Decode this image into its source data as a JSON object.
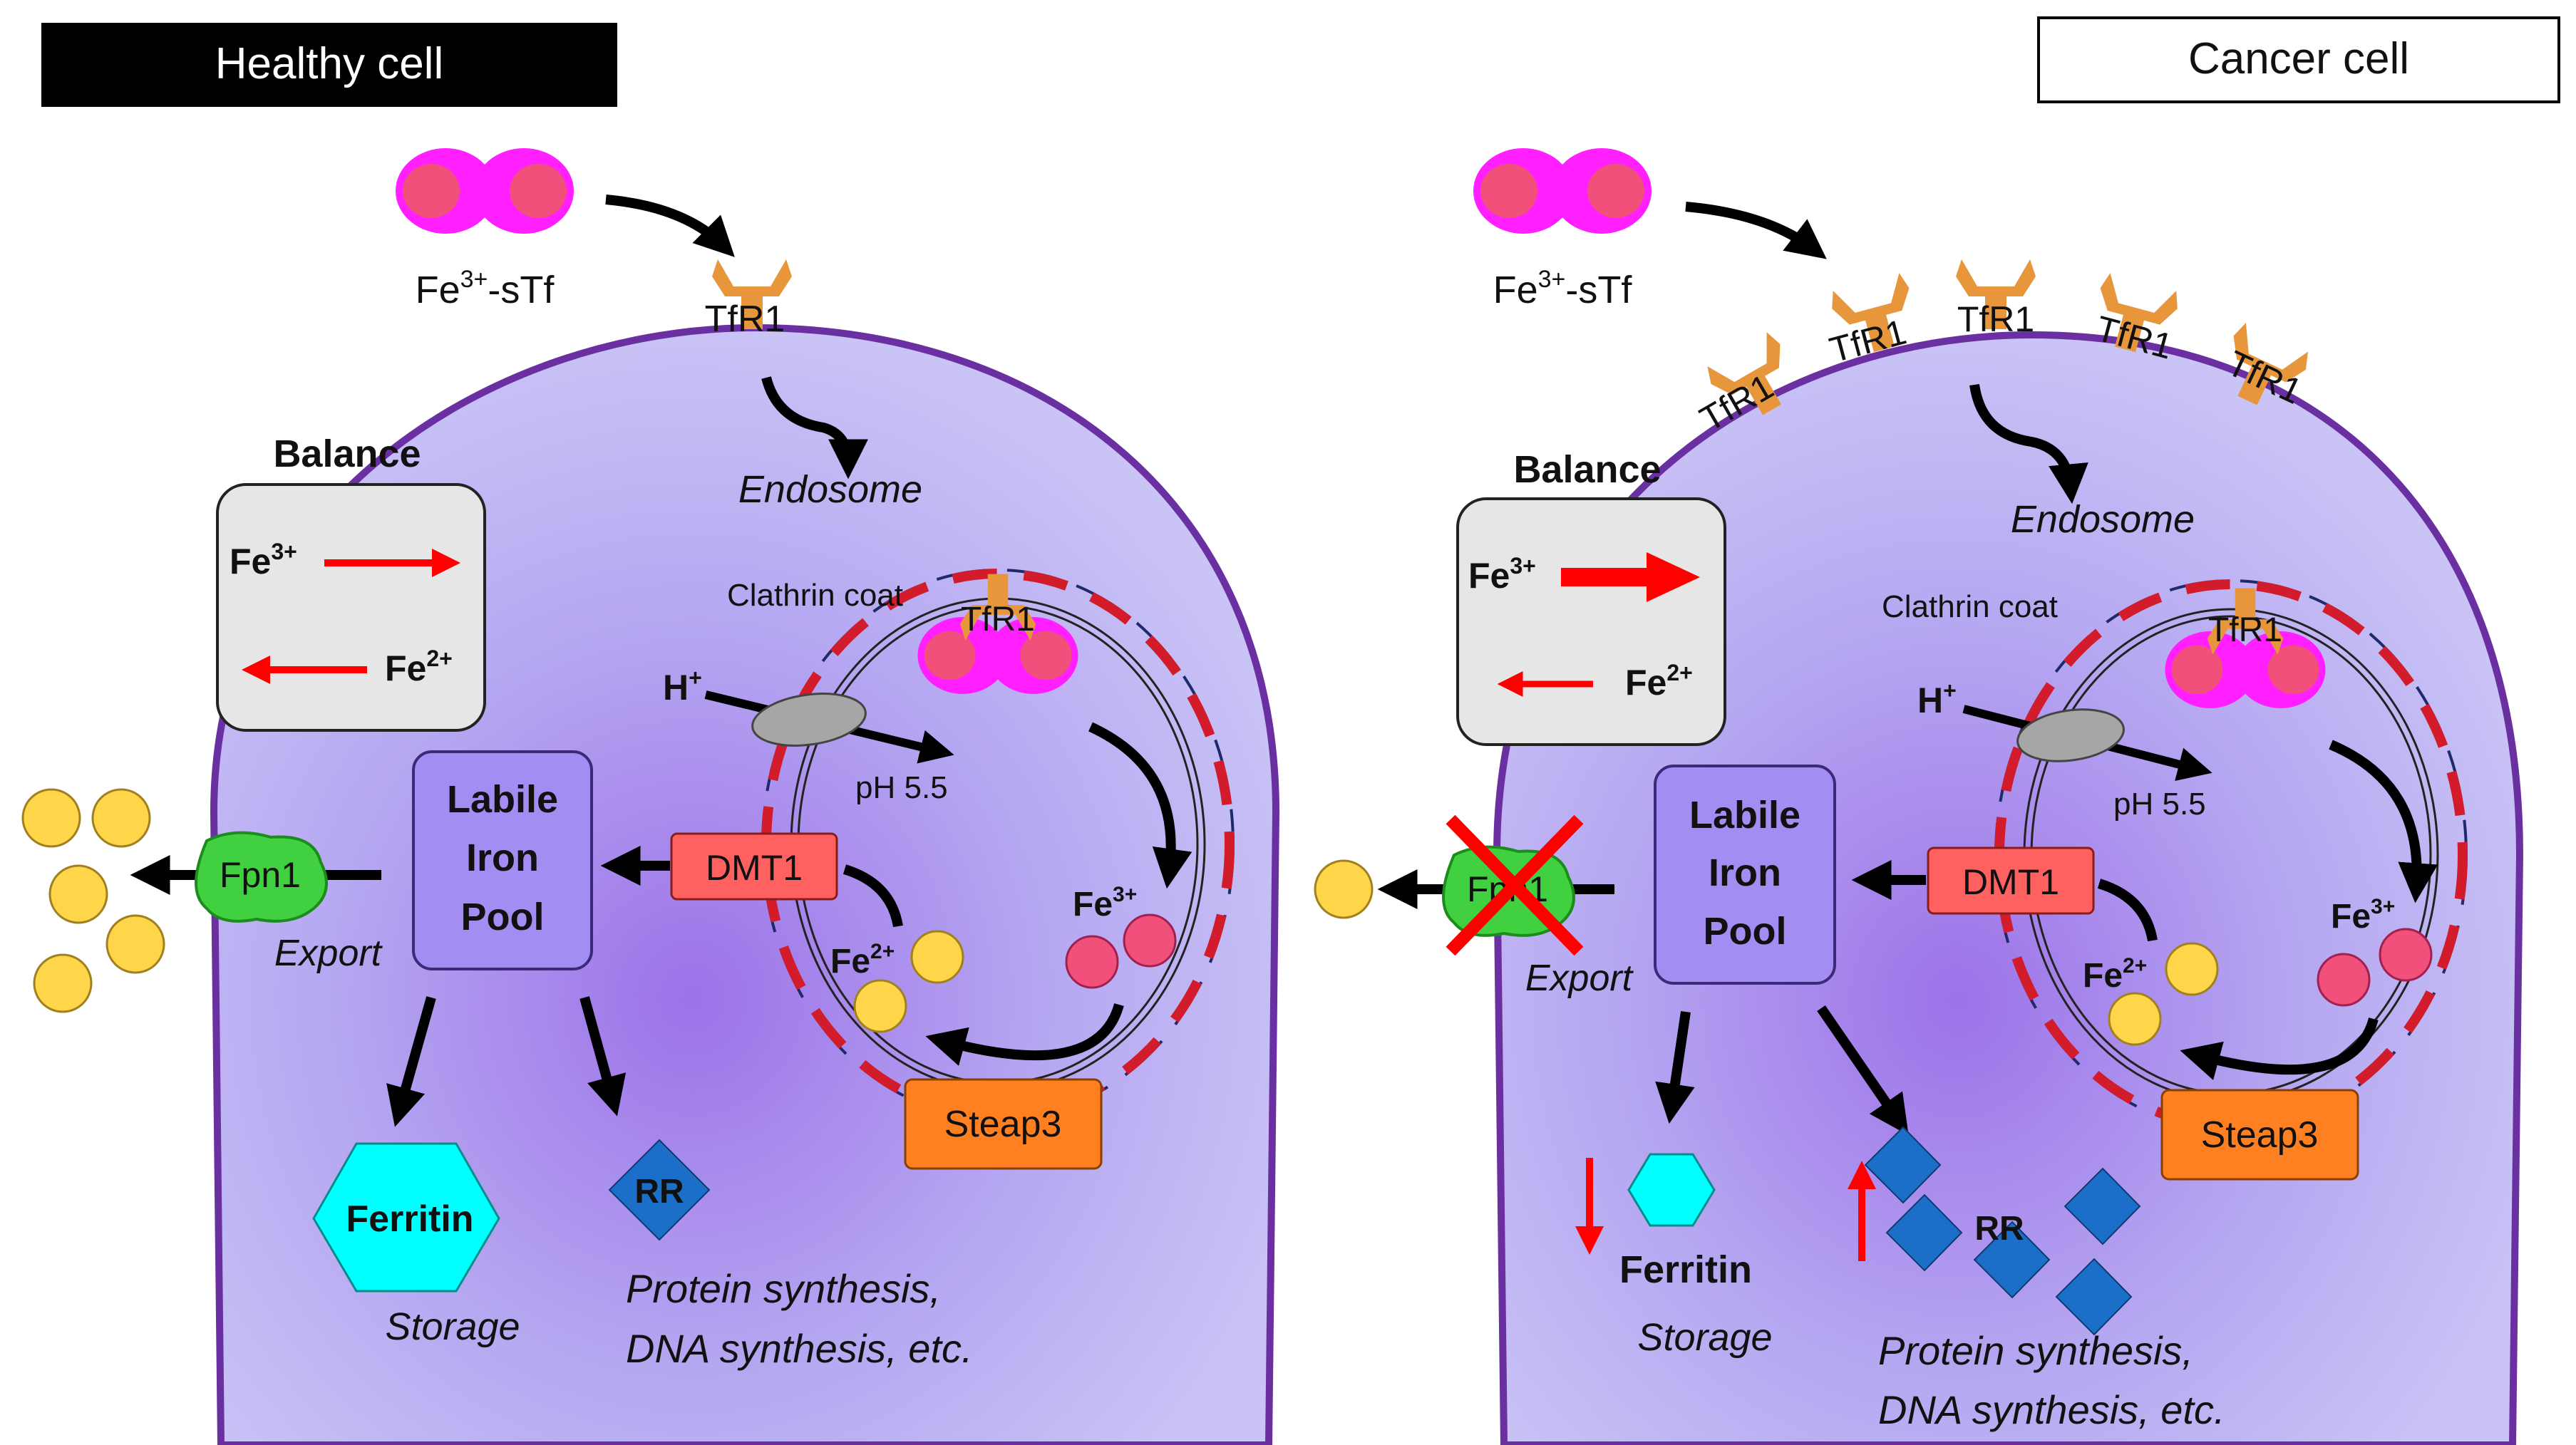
{
  "healthy": {
    "title": "Healthy cell",
    "transferrin": "Fe",
    "transferrin_sup": "3+",
    "transferrin_suffix": "-sTf",
    "tfr1": "TfR1",
    "endosome": "Endosome",
    "balance": "Balance",
    "fe3": "Fe",
    "fe3_sup": "3+",
    "fe2": "Fe",
    "fe2_sup": "2+",
    "clathrin": "Clathrin coat",
    "tfr1_inner": "TfR1",
    "h": "H",
    "h_sup": "+",
    "ph": "pH 5.5",
    "lip": [
      "Labile",
      "Iron",
      "Pool"
    ],
    "dmt1": "DMT1",
    "fpn1": "Fpn1",
    "export": "Export",
    "fe3_endo": "Fe",
    "fe3_endo_sup": "3+",
    "fe2_endo": "Fe",
    "fe2_endo_sup": "2+",
    "steap3": "Steap3",
    "ferritin": "Ferritin",
    "storage": "Storage",
    "rr": "RR",
    "synthesis": [
      "Protein synthesis,",
      "DNA synthesis, etc."
    ]
  },
  "cancer": {
    "title": "Cancer cell",
    "transferrin": "Fe",
    "transferrin_sup": "3+",
    "transferrin_suffix": "-sTf",
    "tfr1_labels": [
      "TfR1",
      "TfR1",
      "TfR1",
      "TfR1",
      "TfR1"
    ],
    "endosome": "Endosome",
    "balance": "Balance",
    "fe3": "Fe",
    "fe3_sup": "3+",
    "fe2": "Fe",
    "fe2_sup": "2+",
    "clathrin": "Clathrin coat",
    "tfr1_inner": "TfR1",
    "h": "H",
    "h_sup": "+",
    "ph": "pH 5.5",
    "lip": [
      "Labile",
      "Iron",
      "Pool"
    ],
    "dmt1": "DMT1",
    "fpn1": "Fpn1",
    "export": "Export",
    "fe3_endo": "Fe",
    "fe3_endo_sup": "3+",
    "fe2_endo": "Fe",
    "fe2_endo_sup": "2+",
    "steap3": "Steap3",
    "ferritin": "Ferritin",
    "storage": "Storage",
    "rr": "RR",
    "synthesis": [
      "Protein synthesis,",
      "DNA synthesis, etc."
    ]
  },
  "colors": {
    "cell_fill": "#b4a8f0",
    "cell_border": "#6a2fa0",
    "transferrin": "#ff1fff",
    "iron_fe3": "#f0507a",
    "iron_fe2": "#ffd54a",
    "tfr1": "#e8963c",
    "dmt1": "#ff6060",
    "steap3": "#ff8020",
    "fpn1": "#40d040",
    "lip": "#a48df2",
    "ferritin": "#00ffff",
    "rr": "#1c6fc8",
    "clathrin": "#d21c2c",
    "red_arrow": "#ff0000"
  }
}
